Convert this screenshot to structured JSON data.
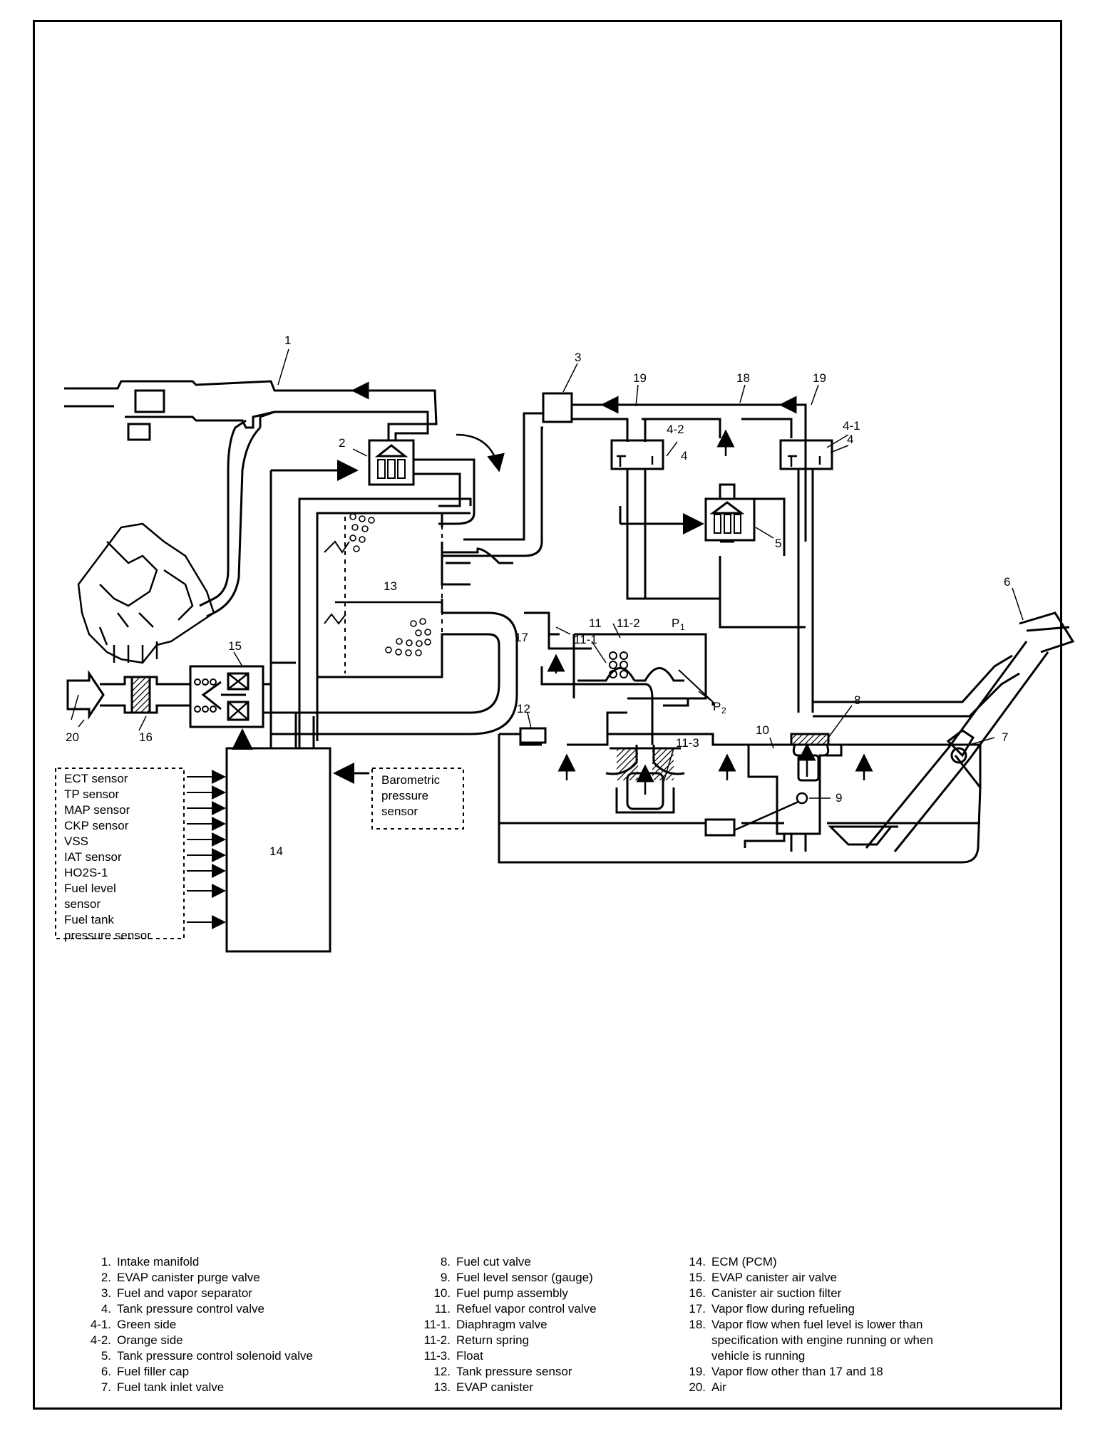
{
  "callouts": {
    "c1": "1",
    "c2": "2",
    "c3": "3",
    "c4a": "4",
    "c4b": "4",
    "c4_1": "4-1",
    "c4_2": "4-2",
    "c5": "5",
    "c6": "6",
    "c7": "7",
    "c8": "8",
    "c9": "9",
    "c10": "10",
    "c11": "11",
    "c11_1": "11-1",
    "c11_2": "11-2",
    "c11_3": "11-3",
    "c12": "12",
    "c13": "13",
    "c14": "14",
    "c15": "15",
    "c16": "16",
    "c17": "17",
    "c18": "18",
    "c19a": "19",
    "c19b": "19",
    "c20": "20",
    "p1": "P",
    "p1_sub": "1",
    "p2": "P",
    "p2_sub": "2"
  },
  "ecm_inputs": [
    "ECT sensor",
    "TP sensor",
    "MAP sensor",
    "CKP sensor",
    "VSS",
    "IAT sensor",
    "HO2S-1",
    "Fuel level",
    "sensor",
    "Fuel tank",
    "pressure sensor"
  ],
  "barometric": [
    "Barometric",
    "pressure",
    "sensor"
  ],
  "legend": {
    "col1": [
      {
        "n": "1.",
        "t": "Intake manifold"
      },
      {
        "n": "2.",
        "t": "EVAP canister purge valve"
      },
      {
        "n": "3.",
        "t": "Fuel and vapor separator"
      },
      {
        "n": "4.",
        "t": "Tank pressure control valve"
      },
      {
        "n": "4-1.",
        "t": "Green side"
      },
      {
        "n": "4-2.",
        "t": "Orange side"
      },
      {
        "n": "5.",
        "t": "Tank pressure control solenoid valve"
      },
      {
        "n": "6.",
        "t": "Fuel filler cap"
      },
      {
        "n": "7.",
        "t": "Fuel tank inlet valve"
      }
    ],
    "col2": [
      {
        "n": "8.",
        "t": "Fuel cut valve"
      },
      {
        "n": "9.",
        "t": "Fuel level sensor (gauge)"
      },
      {
        "n": "10.",
        "t": "Fuel pump assembly"
      },
      {
        "n": "11.",
        "t": "Refuel vapor control valve"
      },
      {
        "n": "11-1.",
        "t": "Diaphragm valve"
      },
      {
        "n": "11-2.",
        "t": "Return spring"
      },
      {
        "n": "11-3.",
        "t": "Float"
      },
      {
        "n": "12.",
        "t": "Tank pressure sensor"
      },
      {
        "n": "13.",
        "t": "EVAP canister"
      }
    ],
    "col3": [
      {
        "n": "14.",
        "t": "ECM (PCM)"
      },
      {
        "n": "15.",
        "t": "EVAP canister air valve"
      },
      {
        "n": "16.",
        "t": "Canister air suction filter"
      },
      {
        "n": "17.",
        "t": "Vapor flow during refueling"
      },
      {
        "n": "18.",
        "t": "Vapor flow when fuel level is lower than"
      },
      {
        "n": "",
        "t": "specification with engine running or when"
      },
      {
        "n": "",
        "t": "vehicle is running"
      },
      {
        "n": "19.",
        "t": "Vapor flow other than 17 and 18"
      },
      {
        "n": "20.",
        "t": "Air"
      }
    ]
  }
}
